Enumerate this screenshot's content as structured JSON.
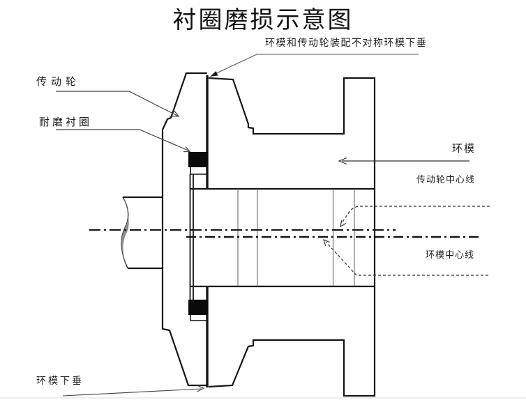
{
  "title": "衬圈磨损示意图",
  "annotations": {
    "top_note": "环模和传动轮装配不对称环模下垂",
    "drive_wheel": "传动轮",
    "wear_liner": "耐磨衬圈",
    "ring_die": "环模",
    "drive_wheel_centerline": "传动轮中心线",
    "ring_die_centerline": "环模中心线",
    "ring_die_droop": "环模下垂"
  },
  "colors": {
    "outline": "#141414",
    "thin_line": "#777777",
    "leader": "#444444",
    "liner_fill": "#0a0a0a",
    "break_shading": "#8c8c8c",
    "background": "#ffffff"
  }
}
